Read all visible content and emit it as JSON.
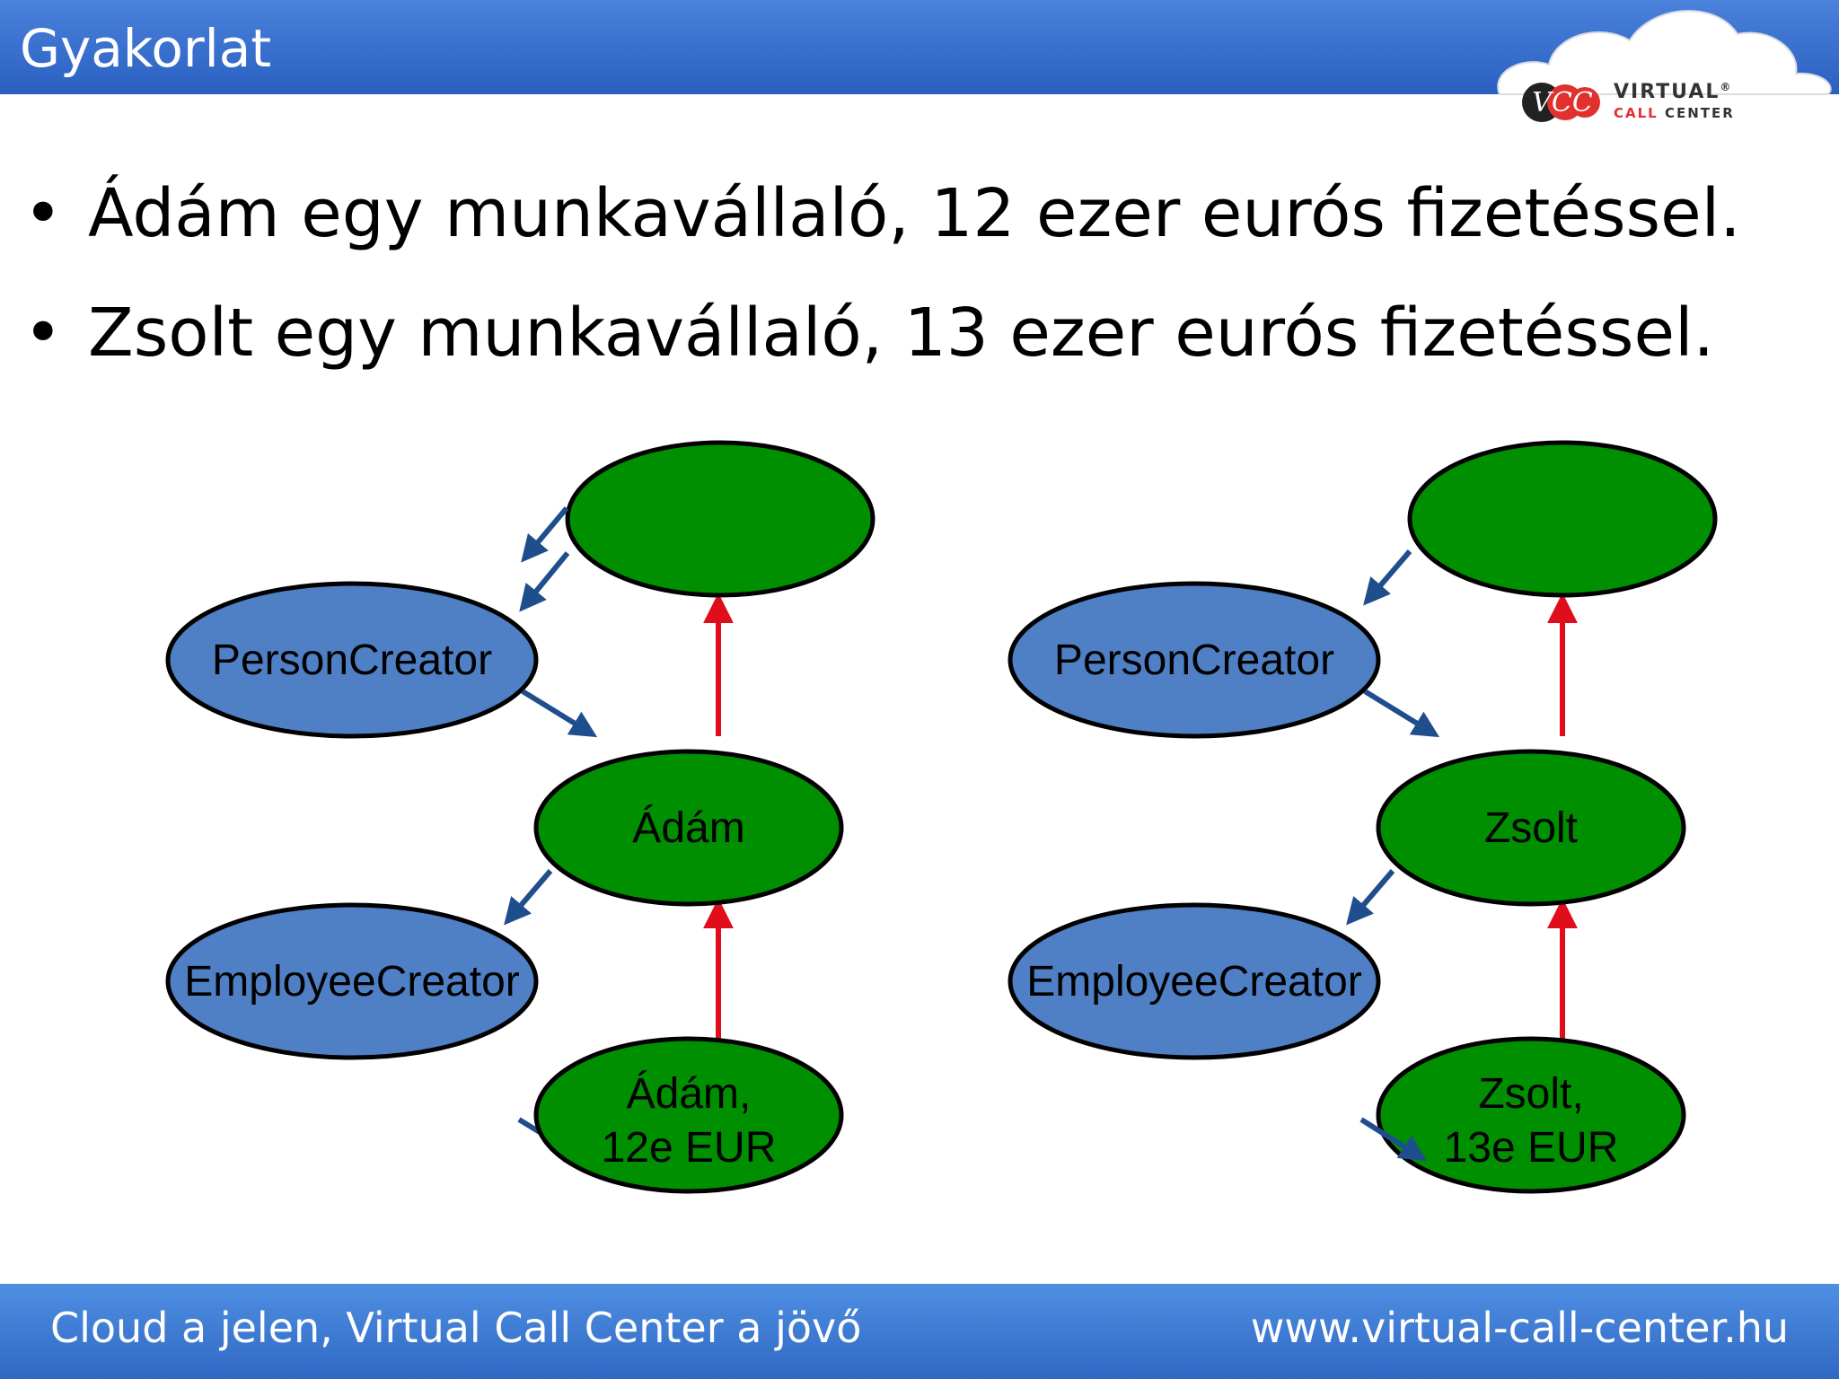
{
  "slide": {
    "title": "Gyakorlat",
    "bullets": [
      "Ádám egy munkavállaló, 12 ezer eurós fizetéssel.",
      "Zsolt egy munkavállaló, 13 ezer eurós fizetéssel."
    ]
  },
  "logo": {
    "mark": "VCC",
    "line1": "VIRTUAL",
    "registered": "®",
    "line2_call": "CALL",
    "line2_center": "CENTER"
  },
  "diagrams": [
    {
      "top_node": "",
      "person_creator": "PersonCreator",
      "middle_node": "Ádám",
      "employee_creator": "EmployeeCreator",
      "bottom_node_line1": "Ádám,",
      "bottom_node_line2": "12e EUR"
    },
    {
      "top_node": "",
      "person_creator": "PersonCreator",
      "middle_node": "Zsolt",
      "employee_creator": "EmployeeCreator",
      "bottom_node_line1": "Zsolt,",
      "bottom_node_line2": "13e EUR"
    }
  ],
  "colors": {
    "green_node": "#008f00",
    "blue_node": "#4f7fc4",
    "blue_arrow": "#1f4e8c",
    "red_arrow": "#e00d1a",
    "header_blue": "#2f6ad0"
  },
  "footer": {
    "slogan": "Cloud a jelen, Virtual Call Center a jövő",
    "website": "www.virtual-call-center.hu"
  }
}
